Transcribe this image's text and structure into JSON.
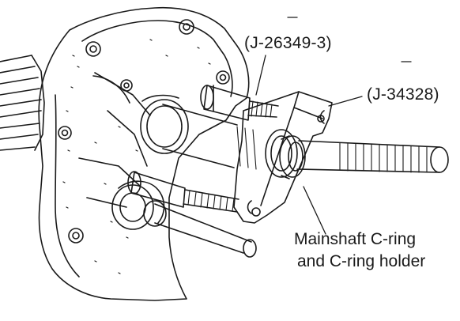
{
  "labels": {
    "tool_a": "(J-26349-3)",
    "tool_b": "(J-34328)",
    "part_line1": "Mainshaft C-ring",
    "part_line2": "and C-ring holder"
  },
  "colors": {
    "ink": "#1a1a1a",
    "background": "#ffffff"
  }
}
